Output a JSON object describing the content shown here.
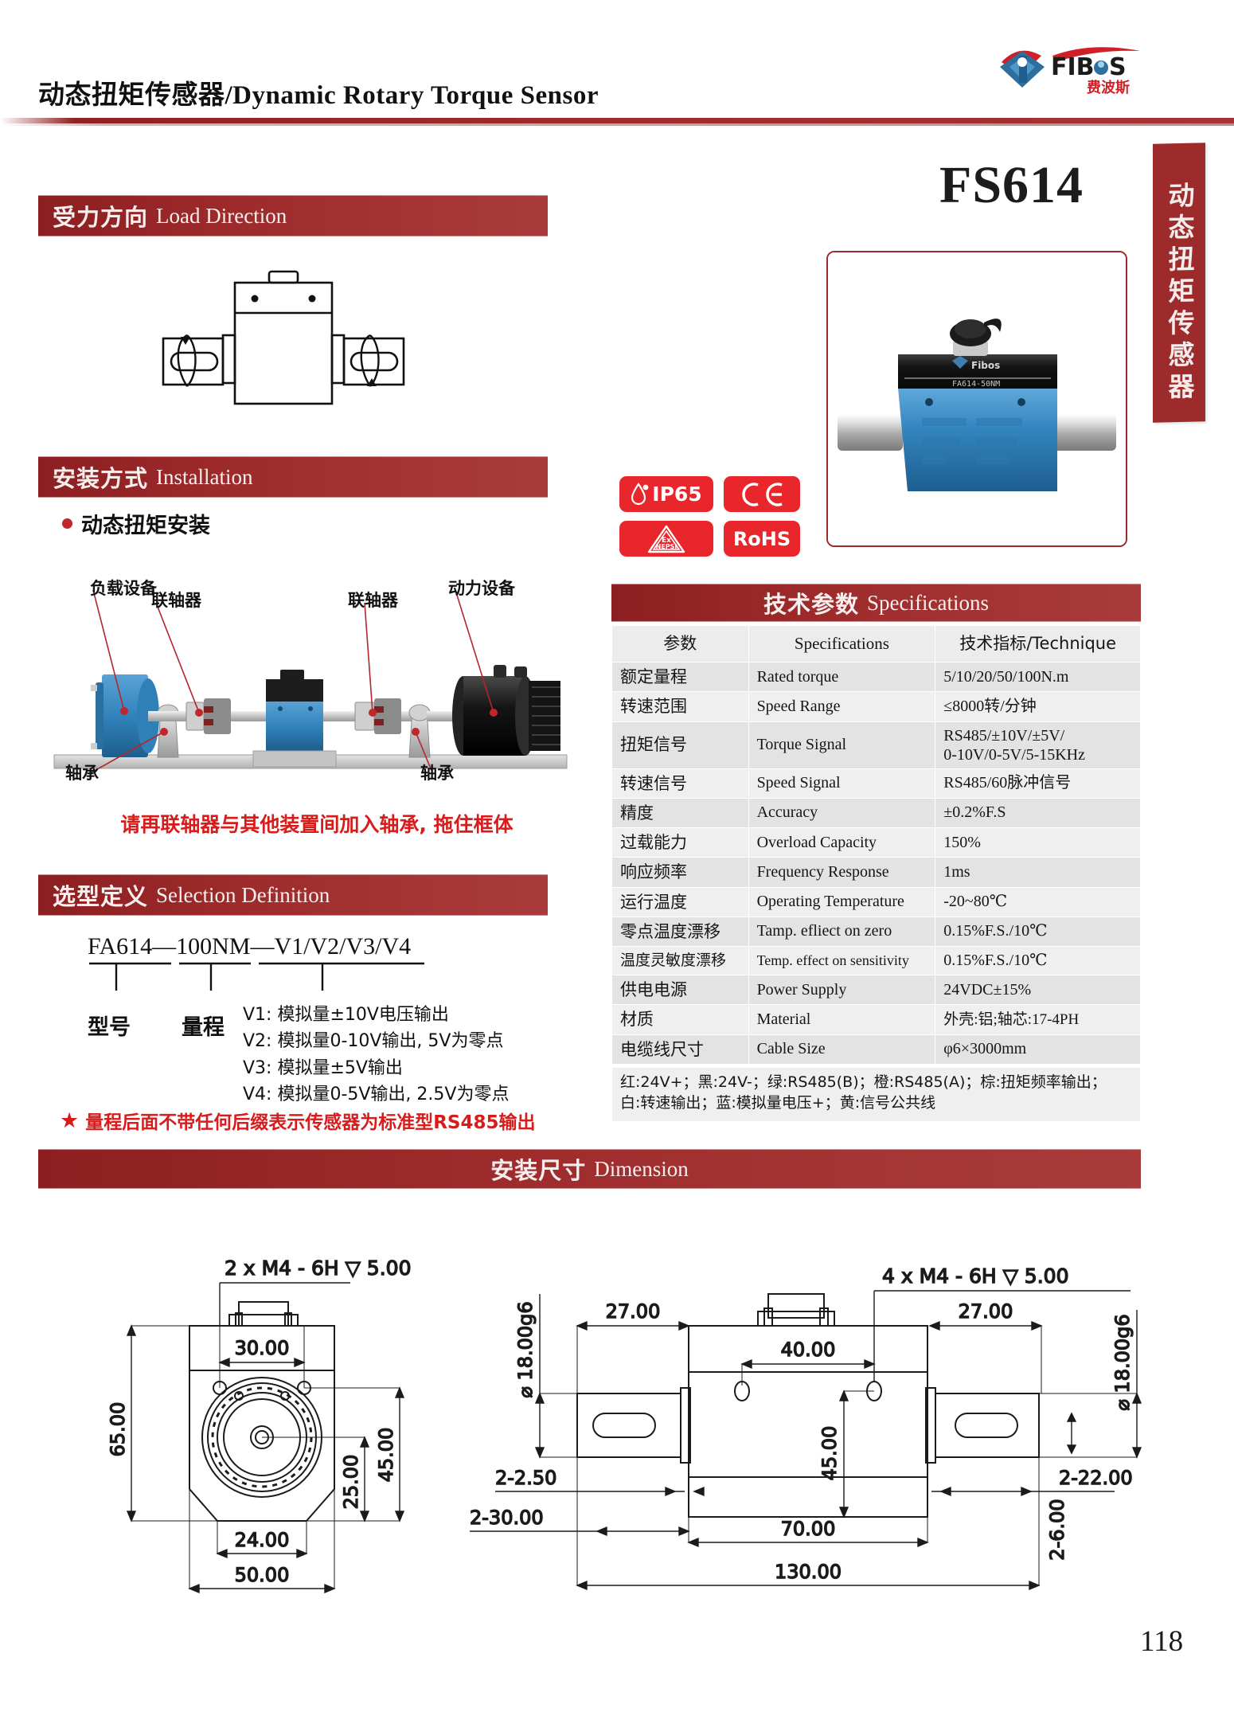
{
  "header": {
    "title_zh_en": "动态扭矩传感器/Dynamic Rotary Torque Sensor",
    "logo_text": "FIBOS",
    "logo_text_zh": "费波斯",
    "brand_red": "#9e2b2c"
  },
  "side_tab": {
    "label": "动态扭矩传感器"
  },
  "model": {
    "name": "FS614"
  },
  "sections": {
    "load_direction": {
      "zh": "受力方向",
      "en": "Load Direction"
    },
    "installation": {
      "zh": "安装方式",
      "en": "Installation"
    },
    "selection": {
      "zh": "选型定义",
      "en": "Selection Definition"
    },
    "specifications": {
      "zh": "技术参数",
      "en": "Specifications"
    },
    "dimension": {
      "zh": "安装尺寸",
      "en": "Dimension"
    }
  },
  "installation": {
    "bullet": "动态扭矩安装",
    "labels": {
      "load_device": "负载设备",
      "coupling_left": "联轴器",
      "coupling_right": "联轴器",
      "power_device": "动力设备",
      "bearing_left": "轴承",
      "bearing_right": "轴承"
    },
    "warning": "请再联轴器与其他装置间加入轴承, 拖住框体"
  },
  "selection": {
    "code": "FA614—100NM—V1/V2/V3/V4",
    "terms": {
      "model": "型号",
      "range": "量程"
    },
    "options": [
      "V1: 模拟量±10V电压输出",
      "V2: 模拟量0-10V输出, 5V为零点",
      "V3: 模拟量±5V输出",
      "V4: 模拟量0-5V输出, 2.5V为零点"
    ],
    "star_note": "量程后面不带任何后缀表示传感器为标准型RS485输出"
  },
  "certifications": [
    {
      "name": "IP65",
      "id": "ip65-badge"
    },
    {
      "name": "CE",
      "id": "ce-badge"
    },
    {
      "name": "Ex NEPSI",
      "id": "ex-nepsi-badge"
    },
    {
      "name": "RoHS",
      "id": "rohs-badge"
    }
  ],
  "spec_table": {
    "headers": [
      "参数",
      "Specifications",
      "技术指标/Technique"
    ],
    "rows": [
      {
        "zh": "额定量程",
        "en": "Rated torque",
        "val": "5/10/20/50/100N.m"
      },
      {
        "zh": "转速范围",
        "en": "Speed Range",
        "val": "≤8000转/分钟"
      },
      {
        "zh": "扭矩信号",
        "en": "Torque Signal",
        "val": "RS485/±10V/±5V/\n0-10V/0-5V/5-15KHz"
      },
      {
        "zh": "转速信号",
        "en": "Speed Signal",
        "val": "RS485/60脉冲信号"
      },
      {
        "zh": "精度",
        "en": "Accuracy",
        "val": "±0.2%F.S"
      },
      {
        "zh": "过载能力",
        "en": "Overload Capacity",
        "val": "150%"
      },
      {
        "zh": "响应频率",
        "en": "Frequency Response",
        "val": "1ms"
      },
      {
        "zh": "运行温度",
        "en": "Operating Temperature",
        "val": "-20~80℃"
      },
      {
        "zh": "零点温度漂移",
        "en": "Tamp. efliect on zero",
        "val": "0.15%F.S./10℃"
      },
      {
        "zh": "温度灵敏度漂移",
        "en": "Temp. effect on sensitivity",
        "val": "0.15%F.S./10℃"
      },
      {
        "zh": "供电电源",
        "en": "Power Supply",
        "val": "24VDC±15%"
      },
      {
        "zh": "材质",
        "en": "Material",
        "val": "外壳:铝;轴芯:17-4PH"
      },
      {
        "zh": "电缆线尺寸",
        "en": "Cable Size",
        "val": "φ6×3000mm"
      }
    ],
    "wire_note_line1": "红:24V+；黑:24V-；绿:RS485(B)；橙:RS485(A)；棕:扭矩频率输出；",
    "wire_note_line2": "白:转速输出；蓝:模拟量电压+；黄:信号公共线"
  },
  "dimensions": {
    "left_view": {
      "thread_note": "2 x  M4 - 6H ▽ 5.00",
      "d_30": "30.00",
      "d_65": "65.00",
      "d_45": "45.00",
      "d_25": "25.00",
      "d_24": "24.00",
      "d_50": "50.00"
    },
    "right_view": {
      "thread_note": "4 x  M4 - 6H ▽ 5.00",
      "shaft_dia_left": "Ø 18.00g6",
      "shaft_dia_right": "Ø 18.00g6",
      "d_27_left": "27.00",
      "d_27_right": "27.00",
      "d_40": "40.00",
      "d_45": "45.00",
      "d_70": "70.00",
      "d_130": "130.00",
      "key_2_250": "2-2.50",
      "key_2_3000": "2-30.00",
      "key_2_2200": "2-22.00",
      "key_2_600": "2-6.00"
    }
  },
  "footer": {
    "page_number": "118"
  }
}
